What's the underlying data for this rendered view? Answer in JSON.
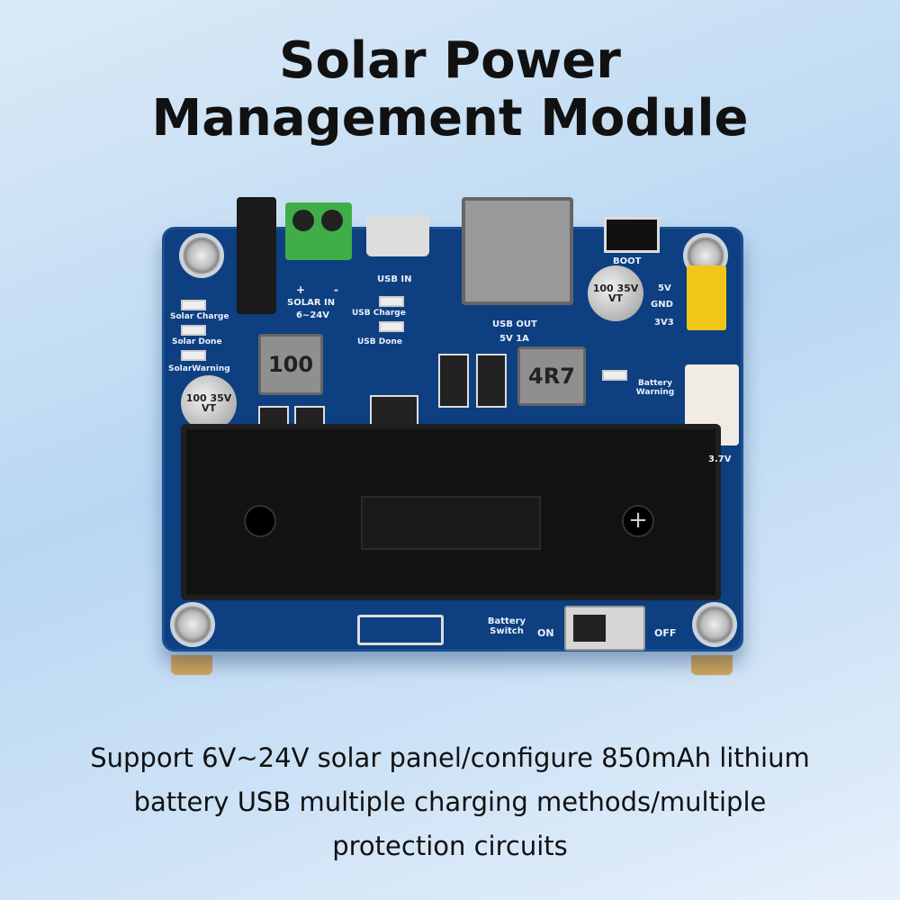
{
  "title": {
    "line1": "Solar Power",
    "line2": "Management Module"
  },
  "caption": {
    "line1": "Support 6V~24V solar panel/configure 850mAh lithium",
    "line2": "battery USB multiple charging methods/multiple",
    "line3": "protection circuits"
  },
  "board": {
    "solar_in": "SOLAR IN",
    "solar_range": "6~24V",
    "plus": "+",
    "minus": "-",
    "usb_in": "USB IN",
    "usb_charge": "USB Charge",
    "usb_done": "USB Done",
    "solar_charge": "Solar Charge",
    "solar_done": "Solar Done",
    "solar_warning": "SolarWarning",
    "usb_out": "USB OUT",
    "usb_out_rating": "5V 1A",
    "boot": "BOOT",
    "pin_5v": "5V",
    "pin_gnd": "GND",
    "pin_3v3": "3V3",
    "battery_warning": "Battery Warning",
    "battery_voltage": "3.7V",
    "battery_switch": "Battery Switch",
    "switch_on": "ON",
    "switch_off": "OFF",
    "inductor_1": "100",
    "inductor_2": "4R7",
    "capacitor_label": "100 35V VT"
  },
  "colors": {
    "board": "#0e3f80",
    "terminal": "#3fae49",
    "jumper": "#f2c619"
  }
}
